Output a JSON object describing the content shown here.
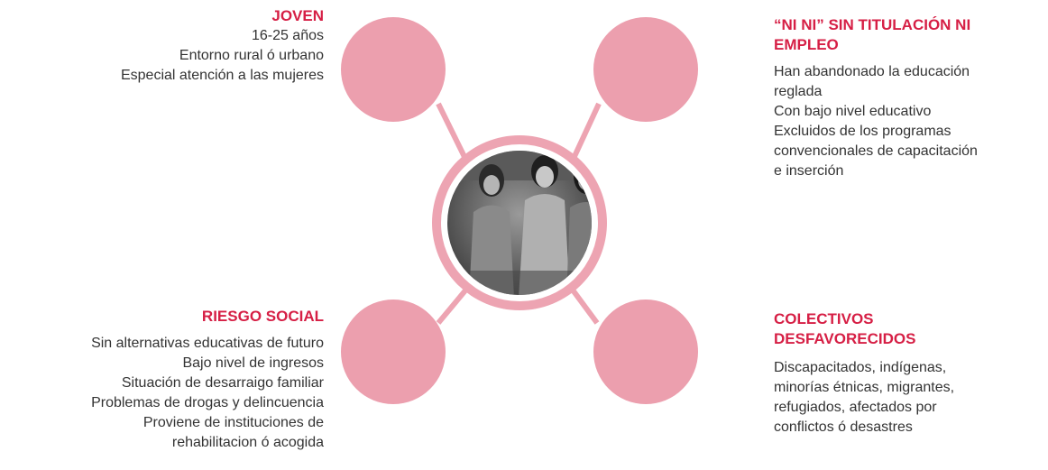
{
  "colors": {
    "accent": "#d61f45",
    "bubble": "#ec9fae",
    "ring": "#eda4b2",
    "text": "#333333"
  },
  "center": {
    "image": "group-photo"
  },
  "joven": {
    "title": "JOVEN",
    "items": [
      "16-25 años",
      "Entorno rural ó urbano",
      "Especial atención a las mujeres"
    ]
  },
  "nini": {
    "title_line1": "“NI NI” SIN TITULACIÓN NI",
    "title_line2": "EMPLEO",
    "items": [
      "Han abandonado la educación",
      "reglada",
      "Con bajo nivel educativo",
      "Excluidos de los programas",
      "convencionales de capacitación",
      "e inserción"
    ]
  },
  "riesgo": {
    "title": "RIESGO SOCIAL",
    "items": [
      "Sin alternativas educativas de futuro",
      "Bajo nivel de ingresos",
      "Situación de desarraigo familiar",
      "Problemas de drogas y delincuencia",
      "Proviene de instituciones de",
      "rehabilitacion ó acogida"
    ]
  },
  "colectivos": {
    "title_line1": "COLECTIVOS",
    "title_line2": "DESFAVORECIDOS",
    "items": [
      "Discapacitados, indígenas,",
      "minorías étnicas, migrantes,",
      "refugiados, afectados por",
      "conflictos ó desastres"
    ]
  }
}
